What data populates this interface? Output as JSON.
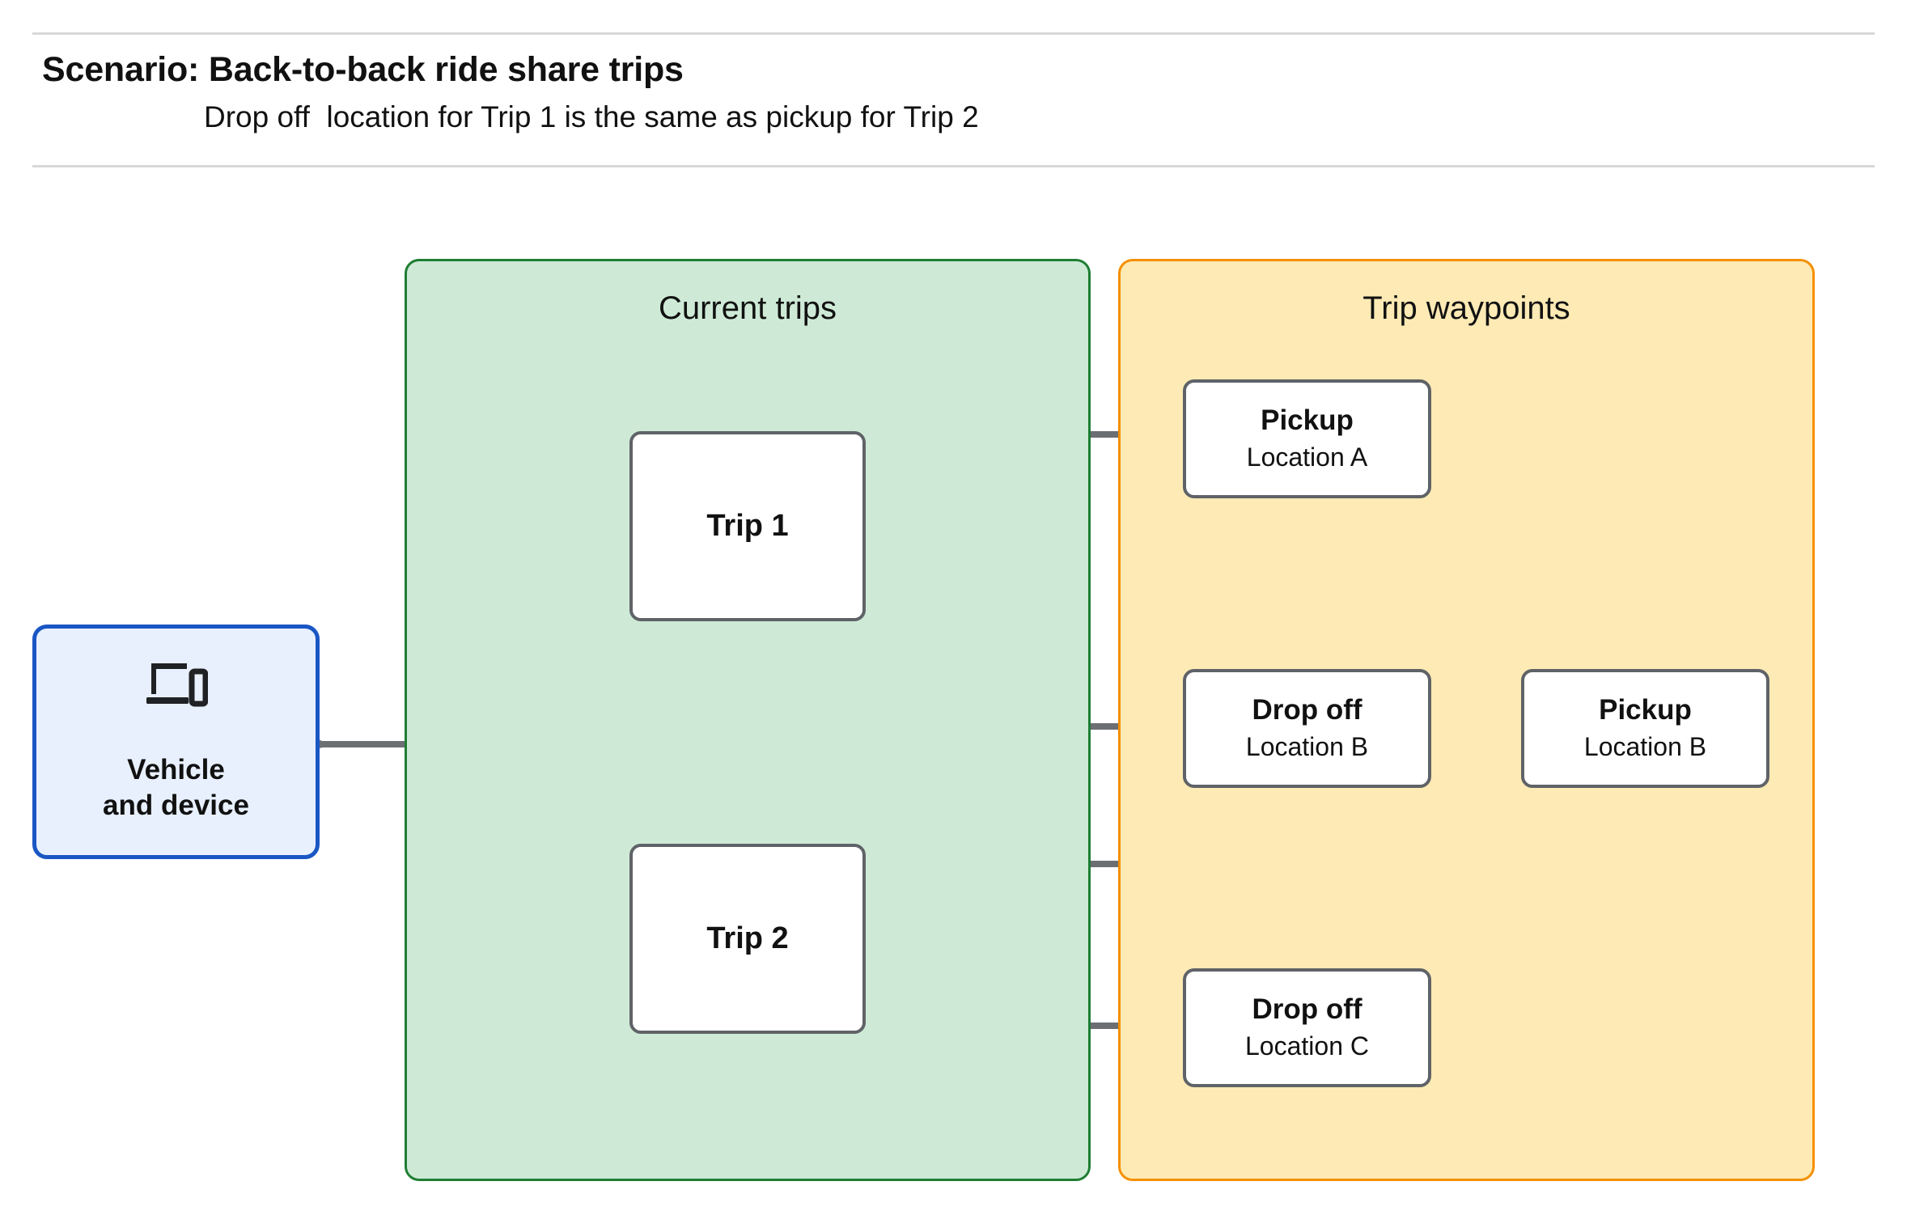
{
  "header": {
    "title": "Scenario: Back-to-back ride share trips",
    "subtitle": "Drop off  location for Trip 1 is the same as pickup for Trip 2"
  },
  "colors": {
    "current_trips_fill": "#ceead6",
    "current_trips_border": "#1e7e34",
    "trip_waypoints_fill": "#fdeab4",
    "trip_waypoints_border": "#f59000",
    "vehicle_fill": "#e8f0fe",
    "vehicle_border": "#1a56c4",
    "node_border": "#5f6368",
    "node_fill": "#ffffff",
    "connector": "#6b6f73",
    "rule": "#d8d8d8"
  },
  "vehicle": {
    "icon": "devices-icon",
    "label": "Vehicle\nand device"
  },
  "panels": [
    {
      "key": "current_trips",
      "title": "Current trips"
    },
    {
      "key": "trip_waypoints",
      "title": "Trip waypoints"
    }
  ],
  "panel_titles": {
    "current_trips": "Current trips",
    "trip_waypoints": "Trip waypoints"
  },
  "trips": [
    {
      "id": "trip-1",
      "label": "Trip 1"
    },
    {
      "id": "trip-2",
      "label": "Trip 2"
    }
  ],
  "waypoints": [
    {
      "id": "pickup-a",
      "title": "Pickup",
      "location": "Location A"
    },
    {
      "id": "dropoff-b",
      "title": "Drop off",
      "location": "Location B"
    },
    {
      "id": "pickup-b",
      "title": "Pickup",
      "location": "Location B"
    },
    {
      "id": "dropoff-c",
      "title": "Drop off",
      "location": "Location C"
    }
  ],
  "connections": [
    {
      "from": "vehicle",
      "to": "trip-1"
    },
    {
      "from": "vehicle",
      "to": "trip-2"
    },
    {
      "from": "trip-1",
      "to": "pickup-a"
    },
    {
      "from": "trip-1",
      "to": "dropoff-b"
    },
    {
      "from": "trip-2",
      "to": "pickup-b"
    },
    {
      "from": "trip-2",
      "to": "dropoff-c"
    }
  ]
}
